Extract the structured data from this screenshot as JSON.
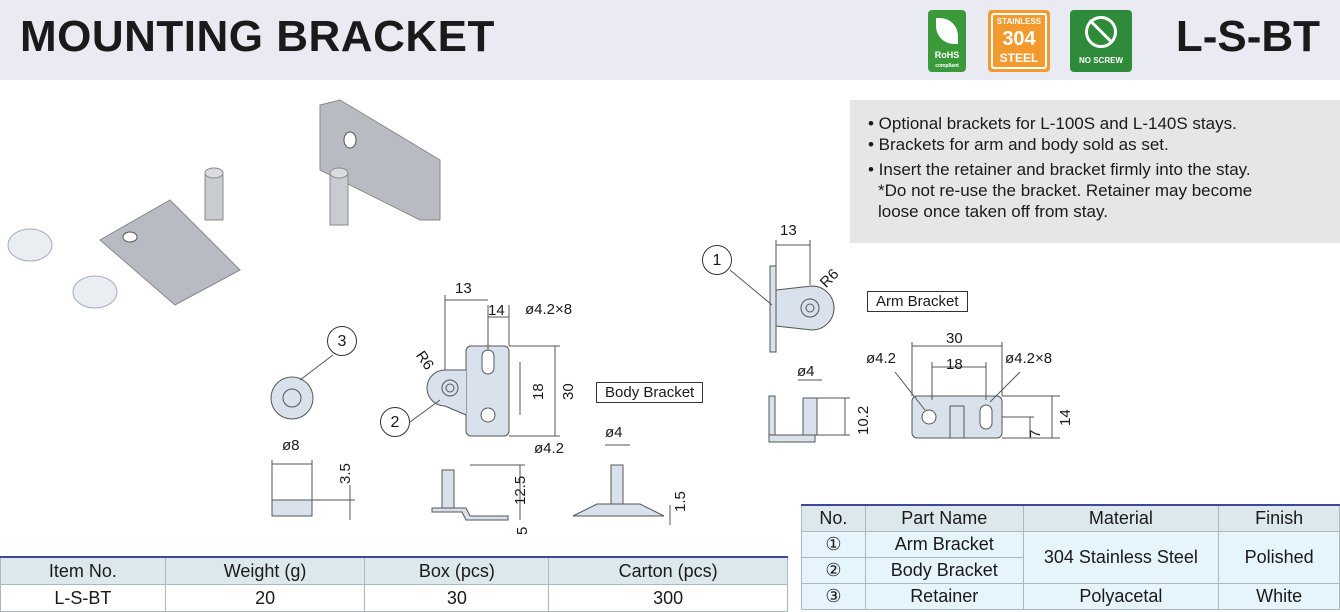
{
  "header": {
    "title": "MOUNTING BRACKET",
    "code": "L-S-BT",
    "badges": {
      "rohs": {
        "icon": "rohs-leaf-icon",
        "line1": "RoHS",
        "line2": "compliant"
      },
      "stainless": {
        "icon": "stainless-badge-icon",
        "line1": "STAINLESS",
        "line2": "304",
        "line3": "STEEL"
      },
      "no_screw": {
        "icon": "no-screw-icon",
        "label": "NO SCREW"
      }
    }
  },
  "notes": [
    "• Optional brackets for L-100S and L-140S stays.",
    "• Brackets for arm and body sold as set.",
    "• Insert the retainer and bracket firmly into the stay.",
    "*Do not re-use the bracket. Retainer may become",
    "loose once taken off from stay."
  ],
  "drawing": {
    "callouts": [
      "1",
      "2",
      "3"
    ],
    "labels": {
      "arm": "Arm Bracket",
      "body": "Body Bracket"
    },
    "retainer_dims": {
      "dia": "ø8",
      "h": "3.5"
    },
    "body_dims": {
      "w13": "13",
      "w14": "14",
      "slot": "ø4.2×8",
      "r": "R6",
      "h18": "18",
      "h30": "30",
      "hole": "ø4.2",
      "h12_5": "12.5",
      "h5": "5",
      "pin": "ø4",
      "h1_5": "1.5"
    },
    "arm_dims": {
      "w13": "13",
      "r": "R6",
      "pin": "ø4",
      "h10_2": "10.2",
      "w30": "30",
      "w18": "18",
      "hole": "ø4.2",
      "slot": "ø4.2×8",
      "h7": "7",
      "h14": "14"
    }
  },
  "spec_table": {
    "headers": [
      "Item No.",
      "Weight (g)",
      "Box (pcs)",
      "Carton (pcs)"
    ],
    "row": [
      "L-S-BT",
      "20",
      "30",
      "300"
    ]
  },
  "parts_table": {
    "headers": [
      "No.",
      "Part Name",
      "Material",
      "Finish"
    ],
    "rows": [
      {
        "no": "①",
        "name": "Arm Bracket",
        "material": "304 Stainless Steel",
        "finish": "Polished"
      },
      {
        "no": "②",
        "name": "Body Bracket"
      },
      {
        "no": "③",
        "name": "Retainer",
        "material": "Polyacetal",
        "finish": "White"
      }
    ]
  },
  "colors": {
    "header_bg": "#eaeaf2",
    "notes_bg": "#e6e6e6",
    "table_header_bg": "#dde8ec",
    "table_cell_bg": "#e6f4fb",
    "rule": "#3a4a99",
    "part_fill": "#d9e2ec"
  }
}
